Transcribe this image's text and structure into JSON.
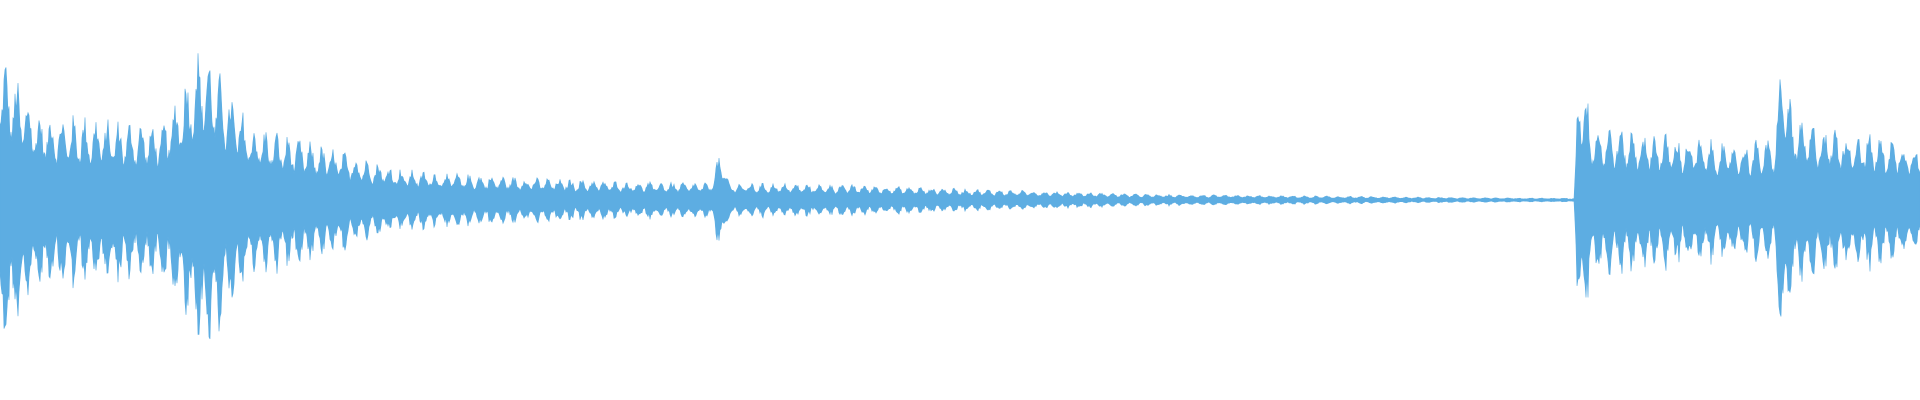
{
  "waveform": {
    "color": "#5DADE2",
    "background": "#FFFFFF",
    "envelope": [
      [
        0.0,
        0.78
      ],
      [
        0.02,
        0.46
      ],
      [
        0.06,
        0.42
      ],
      [
        0.085,
        0.4
      ],
      [
        0.105,
        0.82
      ],
      [
        0.13,
        0.4
      ],
      [
        0.17,
        0.28
      ],
      [
        0.21,
        0.16
      ],
      [
        0.25,
        0.13
      ],
      [
        0.32,
        0.1
      ],
      [
        0.37,
        0.09
      ],
      [
        0.375,
        0.26
      ],
      [
        0.38,
        0.09
      ],
      [
        0.45,
        0.08
      ],
      [
        0.5,
        0.06
      ],
      [
        0.55,
        0.045
      ],
      [
        0.6,
        0.03
      ],
      [
        0.7,
        0.02
      ],
      [
        0.77,
        0.013
      ],
      [
        0.82,
        0.01
      ],
      [
        0.822,
        0.75
      ],
      [
        0.83,
        0.4
      ],
      [
        0.9,
        0.3
      ],
      [
        0.925,
        0.32
      ],
      [
        0.927,
        0.8
      ],
      [
        0.935,
        0.42
      ],
      [
        1.0,
        0.3
      ]
    ],
    "wobble_cycles": 170,
    "wobble_depth": 0.45
  }
}
